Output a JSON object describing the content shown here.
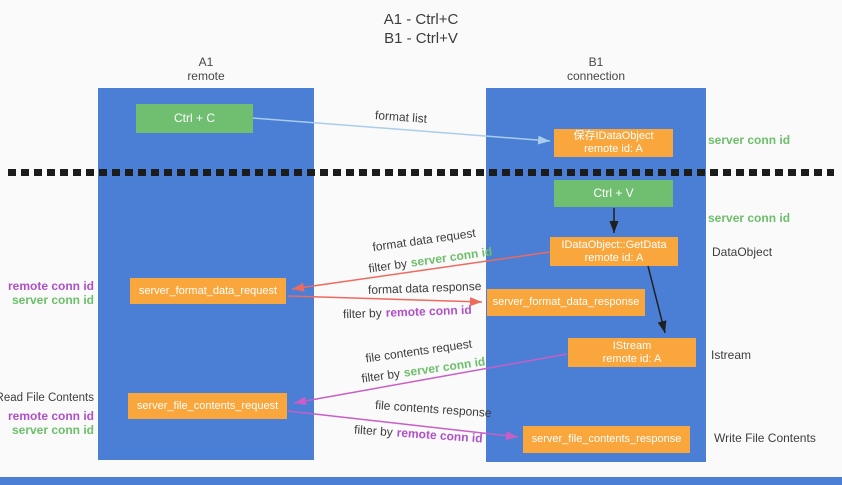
{
  "title": {
    "line1": "A1 - Ctrl+C",
    "line2": "B1 - Ctrl+V"
  },
  "lanes": {
    "a1": {
      "name": "A1",
      "role": "remote"
    },
    "b1": {
      "name": "B1",
      "role": "connection"
    }
  },
  "nodes": {
    "ctrl_c": {
      "label": "Ctrl + C"
    },
    "save_idataobject": {
      "line1": "保存IDataObject",
      "line2": "remote id: A"
    },
    "ctrl_v": {
      "label": "Ctrl + V"
    },
    "getdata": {
      "line1": "IDataObject::GetData",
      "line2": "remote id: A"
    },
    "server_format_data_request": {
      "label": "server_format_data_request"
    },
    "server_format_data_response": {
      "label": "server_format_data_response"
    },
    "istream": {
      "line1": "IStream",
      "line2": "remote id: A"
    },
    "server_file_contents_request": {
      "label": "server_file_contents_request"
    },
    "server_file_contents_response": {
      "label": "server_file_contents_response"
    }
  },
  "arrow_labels": {
    "format_list": "format list",
    "format_data_request": "format data request",
    "format_data_response": "format data response",
    "file_contents_request": "file contents request",
    "file_contents_response": "file contents response",
    "filter_by": "filter by",
    "server_conn_id": "server conn id",
    "remote_conn_id": "remote conn id"
  },
  "side_labels": {
    "server_conn_id_top": "server conn id",
    "server_conn_id_mid": "server conn id",
    "dataobject": "DataObject",
    "istream": "Istream",
    "write_file_contents": "Write File Contents",
    "read_file_contents": "Read File Contents",
    "remote_conn_id_1": "remote conn id",
    "server_conn_id_left_1": "server conn id",
    "remote_conn_id_2": "remote conn id",
    "server_conn_id_left_2": "server conn id"
  },
  "colors": {
    "lane_blue": "#4a7fd5",
    "box_orange": "#f9a63d",
    "box_green": "#70bf71",
    "green_text": "#6dbf6b",
    "purple_text": "#b050c8",
    "arrow_red": "#ee6a5f",
    "arrow_magenta": "#c85ec6",
    "arrow_lightblue": "#a9cdeb",
    "arrow_black": "#1f1f1f",
    "background": "#fafafa"
  }
}
